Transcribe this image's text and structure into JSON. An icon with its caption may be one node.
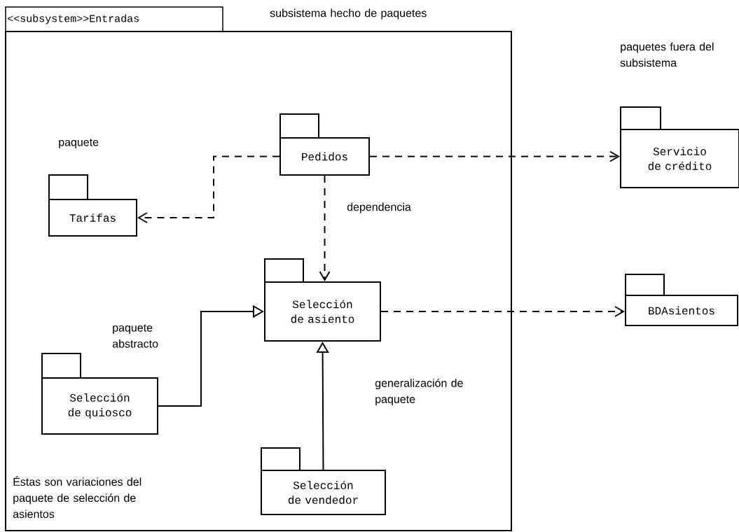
{
  "diagram": {
    "nodes": [
      {
        "text": [
          "<<subsystem>>Entradas"
        ]
      },
      {
        "text": [
          "Pedidos"
        ],
        "in": 0
      },
      {
        "text": [
          "Tarifas"
        ],
        "in": 0
      },
      {
        "text": [
          "Servicio de crédito"
        ]
      },
      {
        "text": [
          "Selección de asiento"
        ],
        "in": 0
      },
      {
        "text": [
          "BDAsientos"
        ]
      },
      {
        "text": [
          "Selección de quiosco"
        ],
        "in": 0
      },
      {
        "text": [
          "Selección de vendedor"
        ],
        "in": 0
      }
    ],
    "edges": [
      {
        "from": 1,
        "to": 2,
        "arrow": "to",
        "style": "dashed"
      },
      {
        "from": 1,
        "to": 3,
        "arrow": "to",
        "style": "dashed"
      },
      {
        "from": 1,
        "to": 4,
        "arrow": "to",
        "style": "dashed"
      },
      {
        "from": 4,
        "to": 5,
        "arrow": "to",
        "style": "dashed"
      },
      {
        "from": 6,
        "to": 4,
        "arrow": "to"
      },
      {
        "from": 7,
        "to": 4,
        "arrow": "to"
      }
    ],
    "labels": [
      "subsistema hecho de paquetes",
      "paquetes fuera del subsistema",
      "paquete",
      "dependencia",
      "paquete abstracto",
      "generalización de paquete",
      "Éstas son variaciones del paquete de selección de asientos"
    ]
  }
}
